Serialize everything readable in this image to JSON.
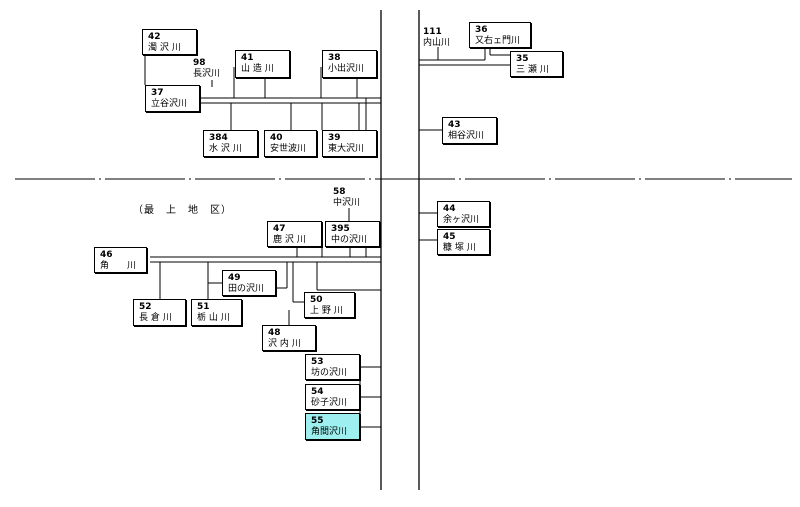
{
  "region_label": "（最　上　地　区）",
  "rivers": {
    "r42": {
      "num": "42",
      "name": "濁 沢 川"
    },
    "r98": {
      "num": "98",
      "name": "長沢川"
    },
    "r41": {
      "num": "41",
      "name": "山 造 川"
    },
    "r38": {
      "num": "38",
      "name": "小出沢川"
    },
    "r37": {
      "num": "37",
      "name": "立谷沢川"
    },
    "r384": {
      "num": "384",
      "name": "水 沢 川"
    },
    "r40": {
      "num": "40",
      "name": "安世波川"
    },
    "r39": {
      "num": "39",
      "name": "東大沢川"
    },
    "r111": {
      "num": "111",
      "name": "内山川"
    },
    "r36": {
      "num": "36",
      "name": "又右ェ門川"
    },
    "r35": {
      "num": "35",
      "name": "三 瀬 川"
    },
    "r43": {
      "num": "43",
      "name": "相谷沢川"
    },
    "r58": {
      "num": "58",
      "name": "中沢川"
    },
    "r44": {
      "num": "44",
      "name": "余ヶ沢川"
    },
    "r45": {
      "num": "45",
      "name": "糠 塚 川"
    },
    "r47": {
      "num": "47",
      "name": "鹿 沢 川"
    },
    "r395": {
      "num": "395",
      "name": "中の沢川"
    },
    "r46": {
      "num": "46",
      "name": "角　　川"
    },
    "r49": {
      "num": "49",
      "name": "田の沢川"
    },
    "r50": {
      "num": "50",
      "name": "上 野 川"
    },
    "r52": {
      "num": "52",
      "name": "長 倉 川"
    },
    "r51": {
      "num": "51",
      "name": "栃 山 川"
    },
    "r48": {
      "num": "48",
      "name": "沢 内 川"
    },
    "r53": {
      "num": "53",
      "name": "坊の沢川"
    },
    "r54": {
      "num": "54",
      "name": "砂子沢川"
    },
    "r55": {
      "num": "55",
      "name": "角間沢川"
    }
  },
  "colors": {
    "highlight": "#9ef0f0",
    "line": "#000000"
  }
}
